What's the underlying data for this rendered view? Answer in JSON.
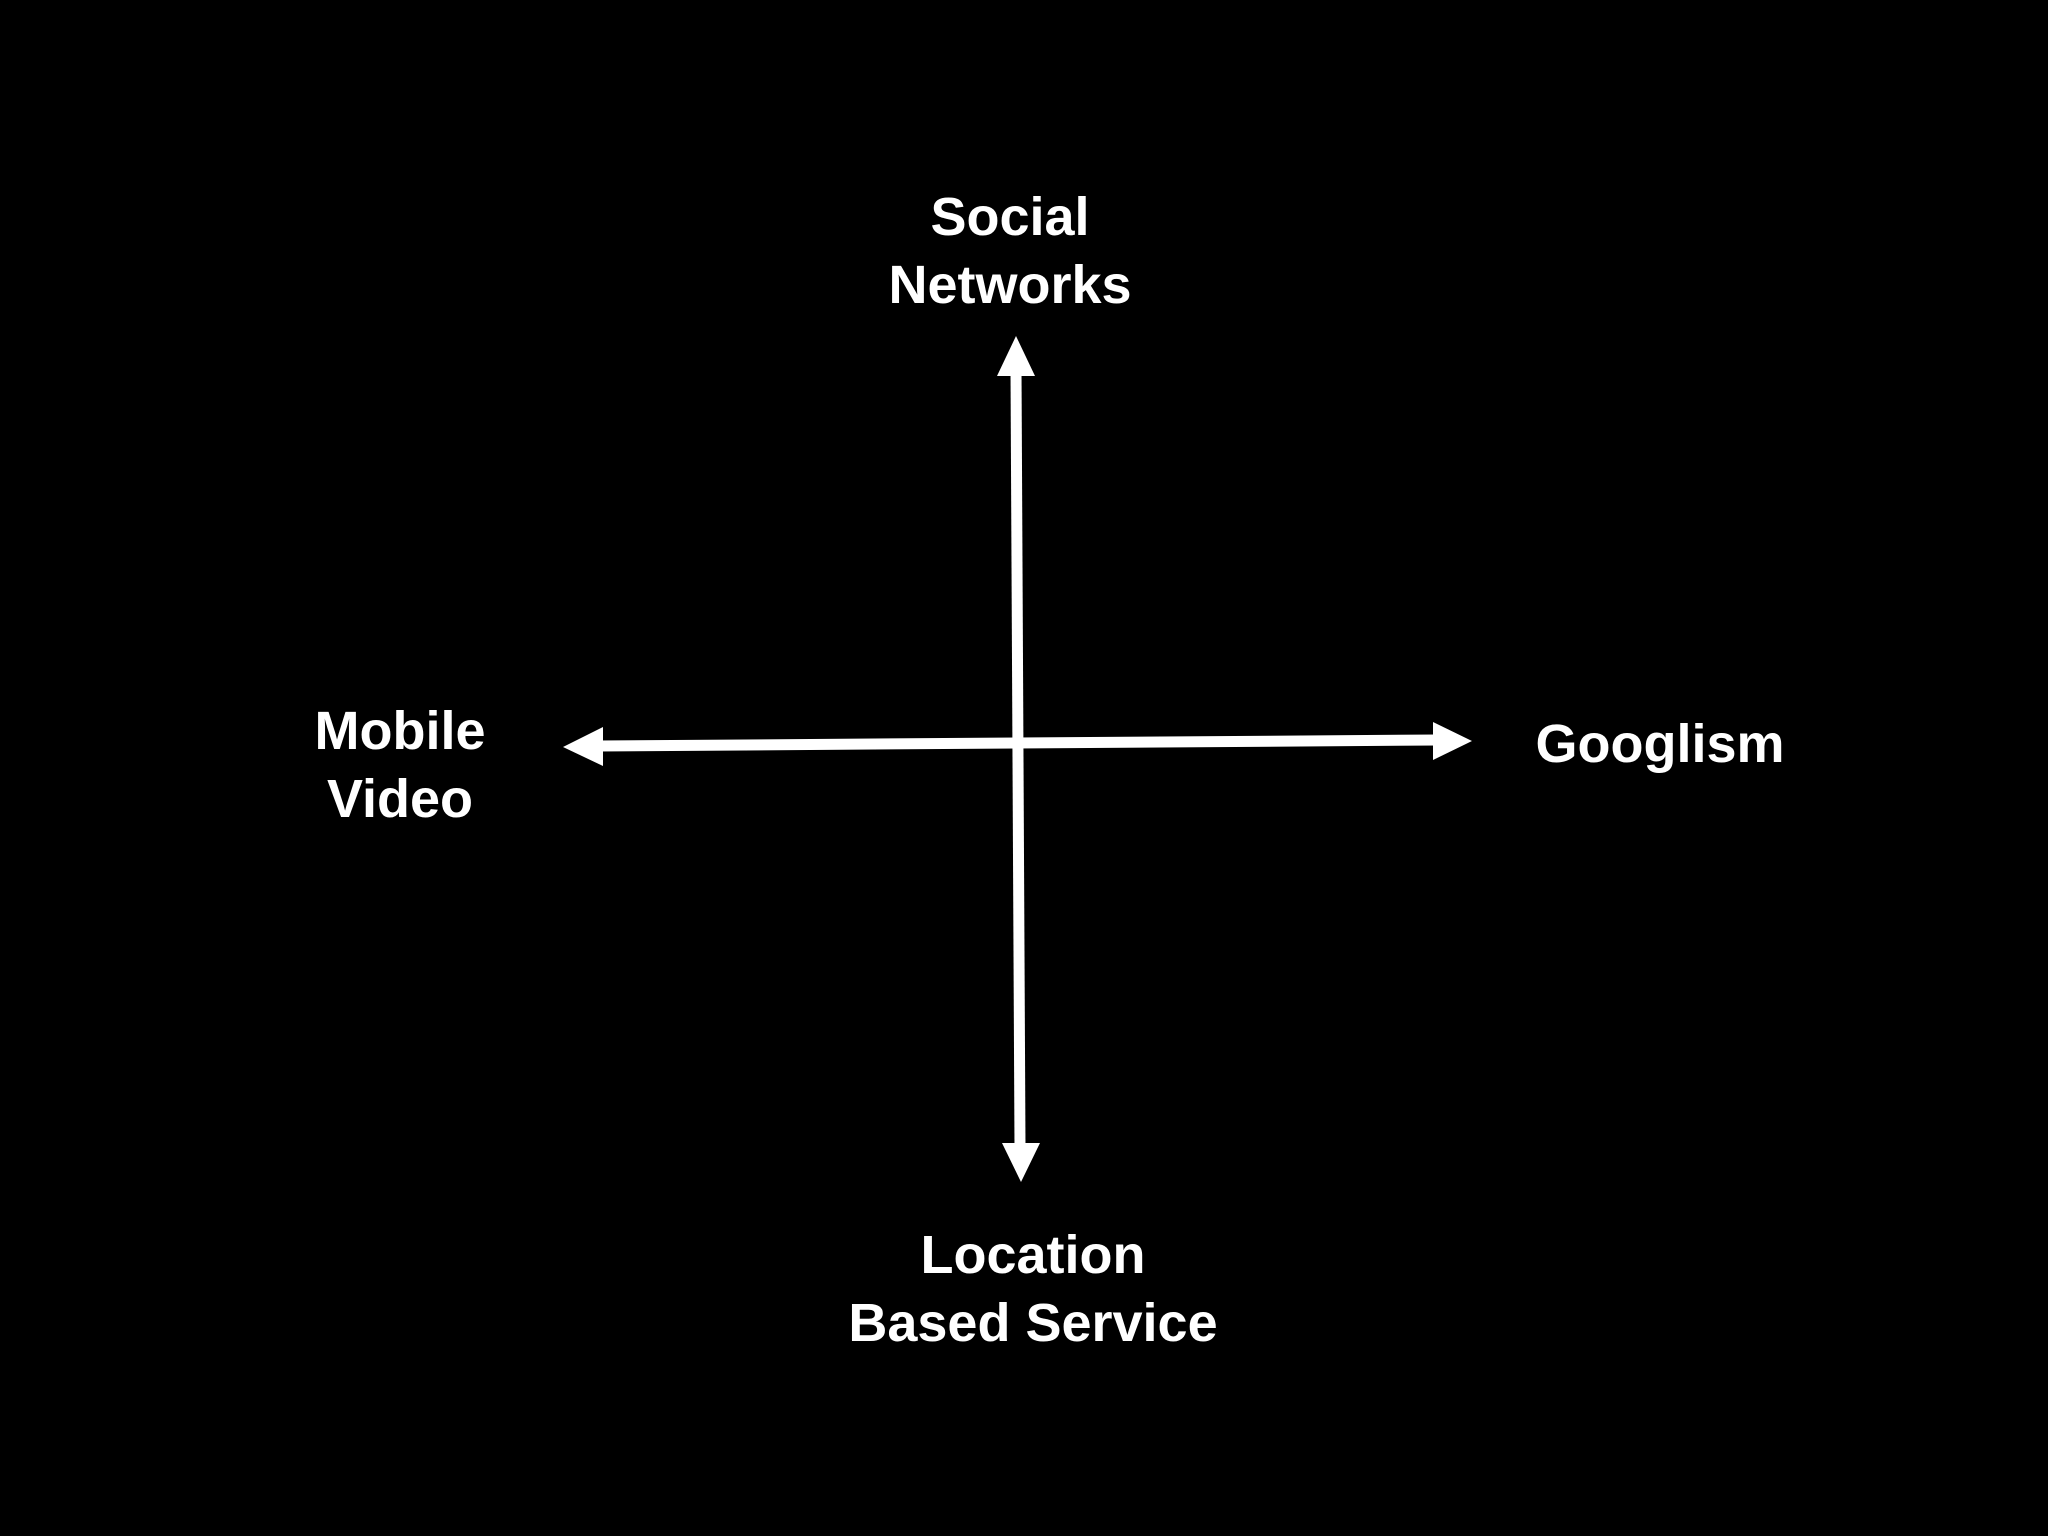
{
  "diagram": {
    "background_color": "#000000",
    "foreground_color": "#ffffff",
    "axes": {
      "top": {
        "lines": [
          "Social",
          "Networks"
        ]
      },
      "bottom": {
        "lines": [
          "Location",
          "Based Service"
        ]
      },
      "left": {
        "lines": [
          "Mobile",
          "Video"
        ]
      },
      "right": {
        "lines": [
          "Googlism"
        ]
      }
    }
  }
}
